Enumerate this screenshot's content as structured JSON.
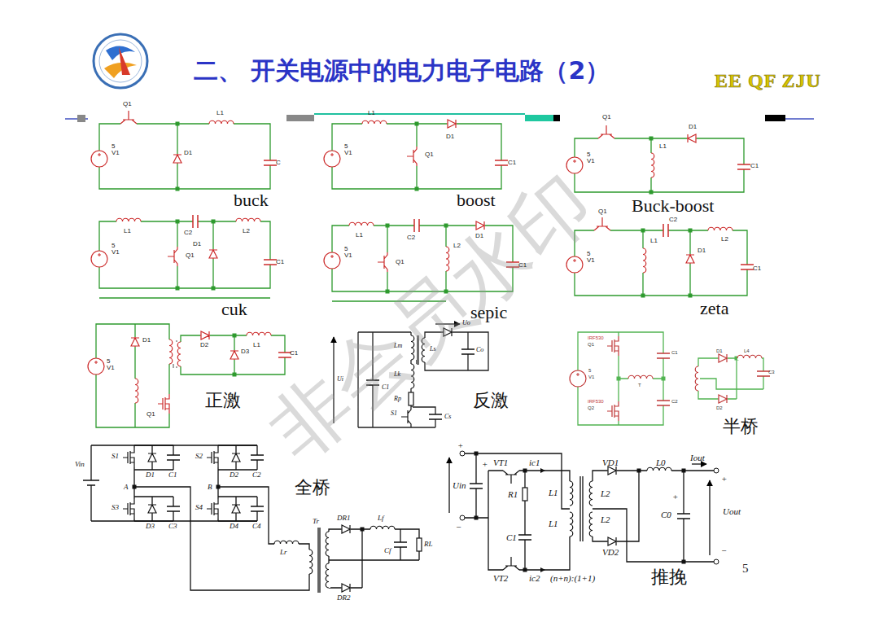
{
  "diagram": {
    "title": "二、 开关电源中的电力电子电路（2）",
    "labels": [
      "EE QF ZJU",
      "非会员水印",
      "5",
      "buck",
      "boost",
      "Buck-boost",
      "cuk",
      "sepic",
      "zeta",
      "正激",
      "反激",
      "半桥",
      "全桥",
      "推挽",
      "Q1",
      "5",
      "V1",
      "D1",
      "L1",
      "C",
      "L1",
      "D1",
      "Q1",
      "5",
      "V1",
      "C1",
      "Q1",
      "D1",
      "L1",
      "5",
      "V1",
      "C1",
      "L1",
      "C2",
      "L2",
      "D1",
      "Q1",
      "5",
      "V1",
      "C1",
      "L1",
      "C2",
      "D1",
      "L2",
      "Q1",
      "5",
      "V1",
      "C1",
      "Q1",
      "L1",
      "C2",
      "L2",
      "D1",
      "5",
      "V1",
      "C1",
      "D1",
      "5",
      "V1",
      "Q1",
      "D2",
      "D3",
      "L1",
      "C1",
      "Ui",
      "C1",
      "Lm",
      "Lk",
      "Rp",
      "S1",
      "Cs",
      "Uo",
      "Ls",
      "Co",
      "IRF530",
      "Q1",
      "IRF530",
      "Q2",
      "C1",
      "C2",
      "T",
      "5",
      "V1",
      "D1",
      "L4",
      "C3",
      "D2",
      "Vin",
      "S1",
      "D1",
      "C1",
      "S2",
      "D2",
      "C2",
      "A",
      "B",
      "S3",
      "D3",
      "C3",
      "S4",
      "D4",
      "C4",
      "Lr",
      "Tr",
      "DR1",
      "DR2",
      "Lf",
      "Cf",
      "RL",
      "+",
      "Uin",
      "−",
      "+",
      "VT1",
      "ic1",
      "R1",
      "L1",
      "C1",
      "L1",
      "VT2",
      "ic2",
      "(n+n):(1+1)",
      "VD1",
      "L2",
      "L2",
      "VD2",
      "L0",
      "Iout",
      "C0",
      "+",
      "+",
      "Uout",
      "−"
    ]
  }
}
